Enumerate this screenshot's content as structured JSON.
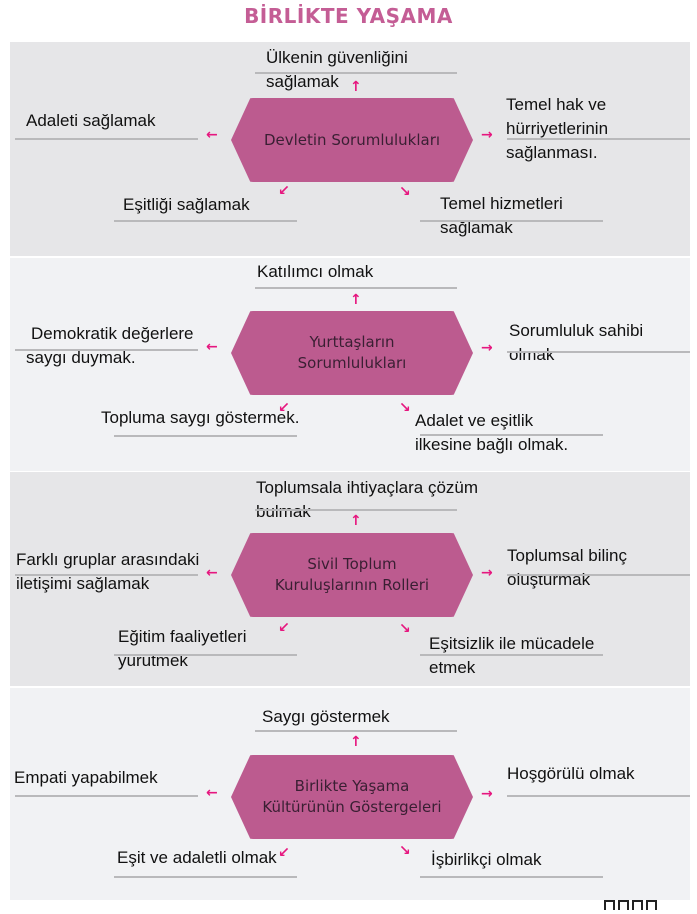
{
  "title": "BİRLİKTE YAŞAMA",
  "colors": {
    "title": "#c45d95",
    "node": "#bc5b8f",
    "arrow": "#e6177f",
    "panel_dark": "#e6e6e8",
    "panel_light": "#f1f2f4"
  },
  "sections": [
    {
      "center": [
        "Devletin Sorumlulukları"
      ],
      "top": [
        "Ülkenin güvenliğini",
        "sağlamak"
      ],
      "left": [
        "Adaleti sağlamak"
      ],
      "right": [
        "Temel hak ve",
        "hürriyetlerinin",
        "sağlanması."
      ],
      "bottom_left": [
        "Eşitliği sağlamak"
      ],
      "bottom_right": [
        "Temel hizmetleri",
        "sağlamak"
      ]
    },
    {
      "center": [
        "Yurttaşların",
        "Sorumlulukları"
      ],
      "top": [
        "Katılımcı olmak"
      ],
      "left": [
        "Demokratik değerlere",
        "saygı duymak."
      ],
      "right": [
        "Sorumluluk sahibi",
        "olmak"
      ],
      "bottom_left": [
        "Topluma saygı göstermek."
      ],
      "bottom_right": [
        "Adalet ve eşitlik",
        "ilkesine bağlı olmak."
      ]
    },
    {
      "center": [
        "Sivil Toplum",
        "Kuruluşlarının Rolleri"
      ],
      "top": [
        "Toplumsala ihtiyaçlara çözüm",
        "bulmak"
      ],
      "left": [
        "Farklı gruplar arasındaki",
        "iletişimi sağlamak"
      ],
      "right": [
        "Toplumsal bilinç",
        "oluşturmak"
      ],
      "bottom_left": [
        "Eğitim faaliyetleri",
        "yürütmek"
      ],
      "bottom_right": [
        "Eşitsizlik ile mücadele",
        "etmek"
      ]
    },
    {
      "center": [
        "Birlikte Yaşama",
        "Kültürünün Göstergeleri"
      ],
      "top": [
        "Saygı göstermek"
      ],
      "left": [
        "Empati yapabilmek"
      ],
      "right": [
        "Hoşgörülü olmak"
      ],
      "bottom_left": [
        "Eşit ve adaletli olmak"
      ],
      "bottom_right": [
        "İşbirlikçi olmak"
      ]
    }
  ],
  "arrows": {
    "up": "↑",
    "left": "←",
    "right": "→",
    "down_left": "↙",
    "down_right": "↘"
  }
}
